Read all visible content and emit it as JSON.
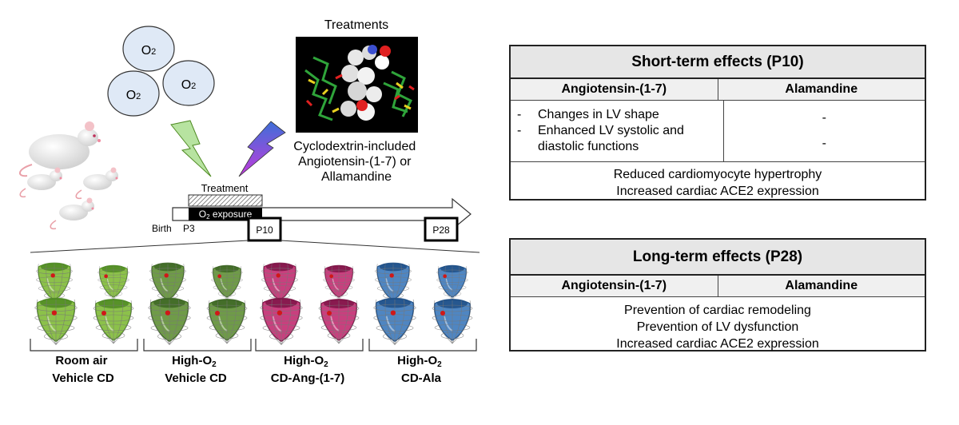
{
  "treatments": {
    "title": "Treatments",
    "caption_lines": [
      "Cyclodextrin-included",
      "Angiotensin-(1-7) or",
      "Allamandine"
    ]
  },
  "oxygen": {
    "symbol": "O",
    "subscript": "2"
  },
  "timeline": {
    "treatment_label": "Treatment",
    "exposure_label": "O",
    "exposure_sub": "2",
    "exposure_suffix": " exposure",
    "birth": "Birth",
    "p3": "P3",
    "p10": "P10",
    "p28": "P28"
  },
  "groups": [
    {
      "line1": "Room air",
      "line2": "Vehicle CD",
      "color": "#8cc14a",
      "dark": "#4e8a22"
    },
    {
      "line1": "High-O",
      "line1_sub": "2",
      "line2": "Vehicle CD",
      "color": "#6f9b48",
      "dark": "#3d6624"
    },
    {
      "line1": "High-O",
      "line1_sub": "2",
      "line2": "CD-Ang-(1-7)",
      "color": "#c8407e",
      "dark": "#7e1446"
    },
    {
      "line1": "High-O",
      "line1_sub": "2",
      "line2": "CD-Ala",
      "color": "#4f86c2",
      "dark": "#1f4f86"
    }
  ],
  "short_term": {
    "title": "Short-term effects (P10)",
    "col1": "Angiotensin-(1-7)",
    "col2": "Alamandine",
    "bullets": [
      {
        "marker": "-",
        "text": "Changes in LV shape"
      },
      {
        "marker": "-",
        "text": "Enhanced LV systolic and diastolic functions"
      }
    ],
    "col2_values": [
      "-",
      "-"
    ],
    "footer": [
      "Reduced cardiomyocyte hypertrophy",
      "Increased cardiac ACE2 expression"
    ]
  },
  "long_term": {
    "title": "Long-term effects (P28)",
    "col1": "Angiotensin-(1-7)",
    "col2": "Alamandine",
    "footer": [
      "Prevention of cardiac remodeling",
      "Prevention of LV dysfunction",
      "Increased cardiac ACE2 expression"
    ]
  },
  "colors": {
    "o2_bubble": "#dfe9f6",
    "bolt_green": "#b7e3a0",
    "bolt_purple_top": "#3e6fd8",
    "bolt_purple_bottom": "#c23bdc",
    "table_header": "#e6e6e6"
  }
}
